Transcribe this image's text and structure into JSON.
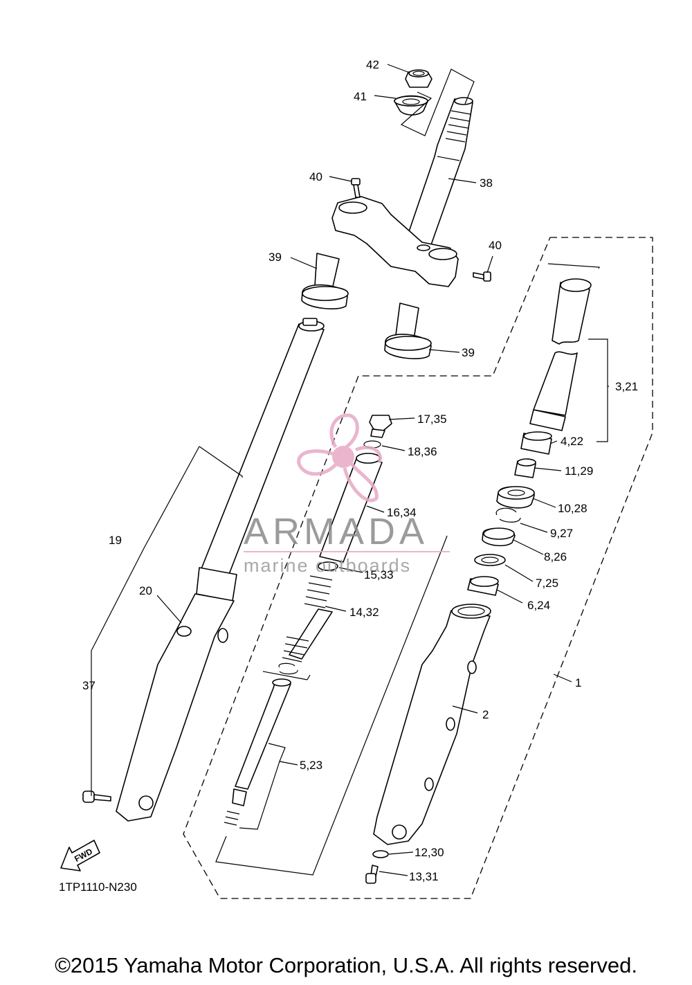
{
  "diagram_code": "1TP1110-N230",
  "fwd_label": "FWD",
  "copyright": "©2015 Yamaha Motor Corporation, U.S.A. All rights reserved.",
  "watermark": {
    "title": "ARMADA",
    "subtitle": "marine outboards",
    "color": "#e8a9c6"
  },
  "callouts": {
    "c42": "42",
    "c41": "41",
    "c40a": "40",
    "c38": "38",
    "c40b": "40",
    "c39a": "39",
    "c39b": "39",
    "c3_21": "3,21",
    "c4_22": "4,22",
    "c17_35": "17,35",
    "c18_36": "18,36",
    "c11_29": "11,29",
    "c10_28": "10,28",
    "c16_34": "16,34",
    "c9_27": "9,27",
    "c19": "19",
    "c8_26": "8,26",
    "c15_33": "15,33",
    "c7_25": "7,25",
    "c20": "20",
    "c6_24": "6,24",
    "c14_32": "14,32",
    "c1": "1",
    "c37": "37",
    "c2": "2",
    "c5_23": "5,23",
    "c12_30": "12,30",
    "c13_31": "13,31"
  }
}
